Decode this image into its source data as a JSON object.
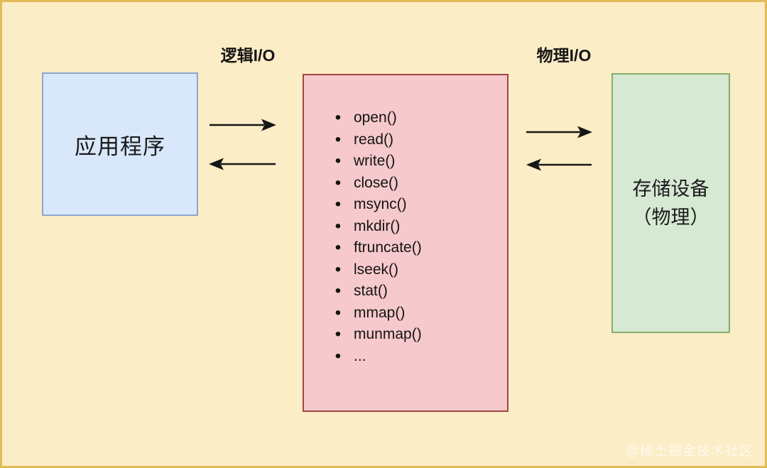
{
  "diagram": {
    "flow_labels": {
      "logical_io": "逻辑I/O",
      "physical_io": "物理I/O"
    },
    "application_box": {
      "label": "应用程序"
    },
    "syscalls_box": {
      "items": [
        "open()",
        "read()",
        "write()",
        "close()",
        "msync()",
        "mkdir()",
        "ftruncate()",
        "lseek()",
        "stat()",
        "mmap()",
        "munmap()",
        "..."
      ]
    },
    "storage_box": {
      "label_line1": "存储设备",
      "label_line2": "（物理）"
    },
    "watermark": "@稀土掘金技术社区",
    "colors": {
      "background": "#FBEDC6",
      "frame_border": "#E2BA58",
      "application_fill": "#D9E7FA",
      "application_border": "#8CA7CC",
      "syscalls_fill": "#F6C9CC",
      "syscalls_border": "#A04648",
      "storage_fill": "#D6E9D3",
      "storage_border": "#83AE6C",
      "arrow": "#161616",
      "text": "#1A1A1A"
    }
  }
}
